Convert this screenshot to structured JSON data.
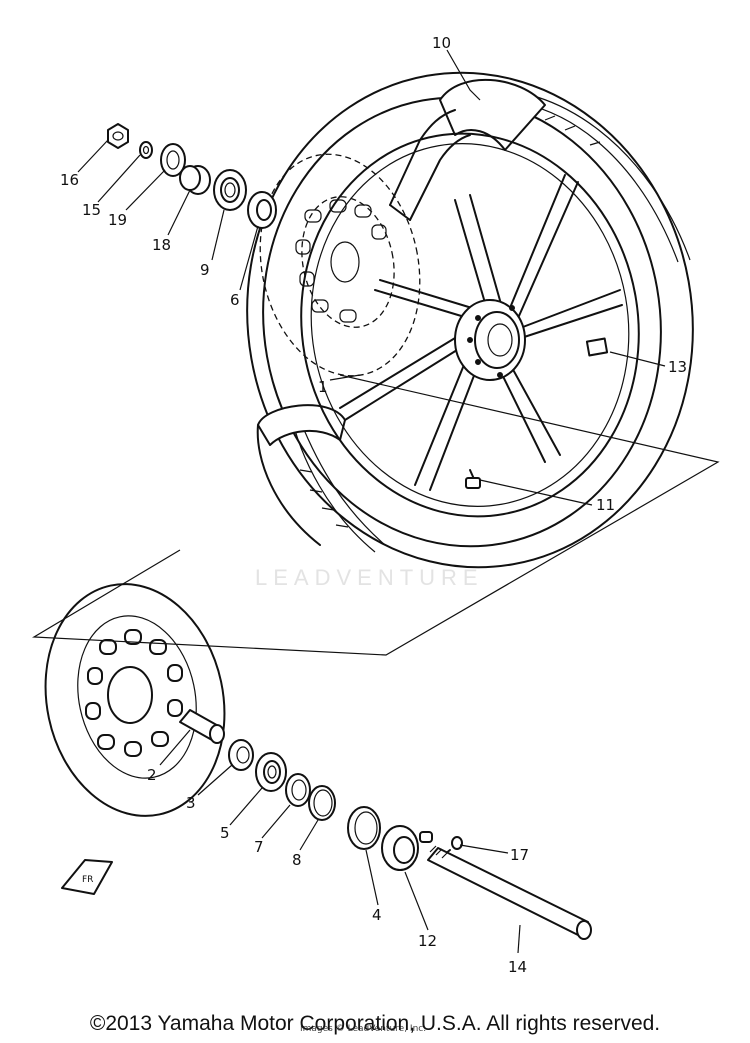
{
  "watermark": "LEADVENTURE",
  "callouts": [
    {
      "id": "c10",
      "label": "10"
    },
    {
      "id": "c16",
      "label": "16"
    },
    {
      "id": "c15",
      "label": "15"
    },
    {
      "id": "c19",
      "label": "19"
    },
    {
      "id": "c18",
      "label": "18"
    },
    {
      "id": "c9",
      "label": "9"
    },
    {
      "id": "c6",
      "label": "6"
    },
    {
      "id": "c1",
      "label": "1"
    },
    {
      "id": "c13",
      "label": "13"
    },
    {
      "id": "c11",
      "label": "11"
    },
    {
      "id": "c2",
      "label": "2"
    },
    {
      "id": "c3",
      "label": "3"
    },
    {
      "id": "c5",
      "label": "5"
    },
    {
      "id": "c7",
      "label": "7"
    },
    {
      "id": "c8",
      "label": "8"
    },
    {
      "id": "c4",
      "label": "4"
    },
    {
      "id": "c12",
      "label": "12"
    },
    {
      "id": "c17",
      "label": "17"
    },
    {
      "id": "c14",
      "label": "14"
    }
  ],
  "footer": {
    "copyright": "©2013 Yamaha Motor Corporation, U.S.A. All rights reserved.",
    "overlay": "Images © LeadVenture, Inc."
  }
}
